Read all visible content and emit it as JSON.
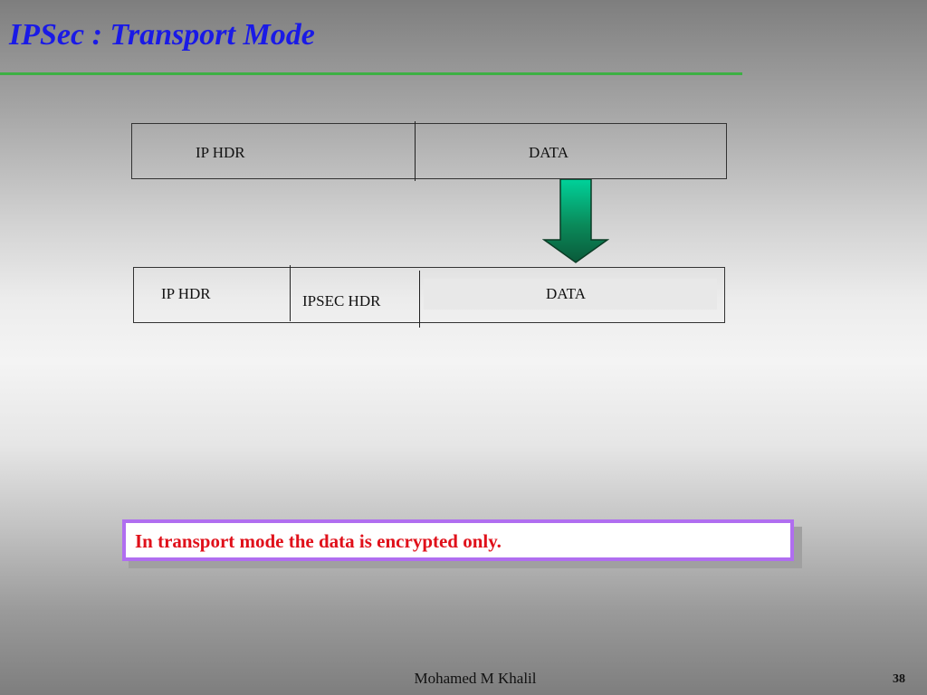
{
  "slide": {
    "title": "IPSec : Transport Mode",
    "accent_colors": {
      "title": "#1a1ae6",
      "rule": "#3cb043",
      "note_border": "#b06ef0",
      "note_text": "#e0101a",
      "arrow_top": "#00d29a",
      "arrow_bottom": "#0a5a3a"
    }
  },
  "original_packet": {
    "ip_hdr": "IP HDR",
    "data": "DATA"
  },
  "arrow": {
    "icon": "down-arrow-icon"
  },
  "transport_packet": {
    "ip_hdr": "IP HDR",
    "ipsec_hdr": "IPSEC HDR",
    "data": "DATA"
  },
  "note": {
    "text": "In transport mode the data is encrypted only."
  },
  "footer": {
    "author": "Mohamed M Khalil",
    "page_number": "38"
  }
}
